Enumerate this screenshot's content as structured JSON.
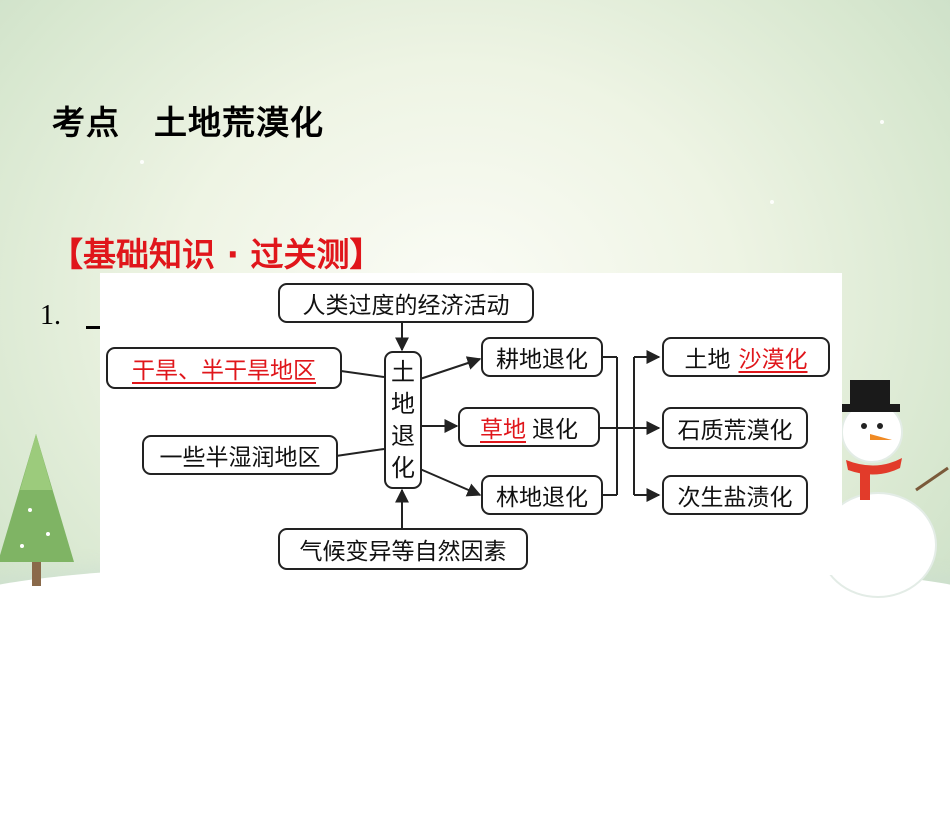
{
  "slide": {
    "heading": "考点　土地荒漠化",
    "subheading": "【基础知识 · 过关测】",
    "item_number": "1."
  },
  "diagram": {
    "top_cause": "人类过度的经济活动",
    "left_causes": [
      {
        "text": "干旱、半干旱地区",
        "highlight": true
      },
      {
        "text": "一些半湿润地区",
        "highlight": false
      }
    ],
    "bottom_cause": "气候变异等自然因素",
    "center": [
      "土",
      "地",
      "退",
      "化"
    ],
    "types": [
      {
        "highlight": "",
        "text": "耕地退化"
      },
      {
        "highlight": "草地",
        "text": "退化"
      },
      {
        "highlight": "",
        "text": "林地退化"
      }
    ],
    "results": [
      {
        "prefix": "土地",
        "highlight": "沙漠化"
      },
      {
        "prefix": "石质荒漠化",
        "highlight": ""
      },
      {
        "prefix": "次生盐渍化",
        "highlight": ""
      }
    ],
    "colors": {
      "highlight": "#e0161b",
      "border": "#222222"
    }
  }
}
